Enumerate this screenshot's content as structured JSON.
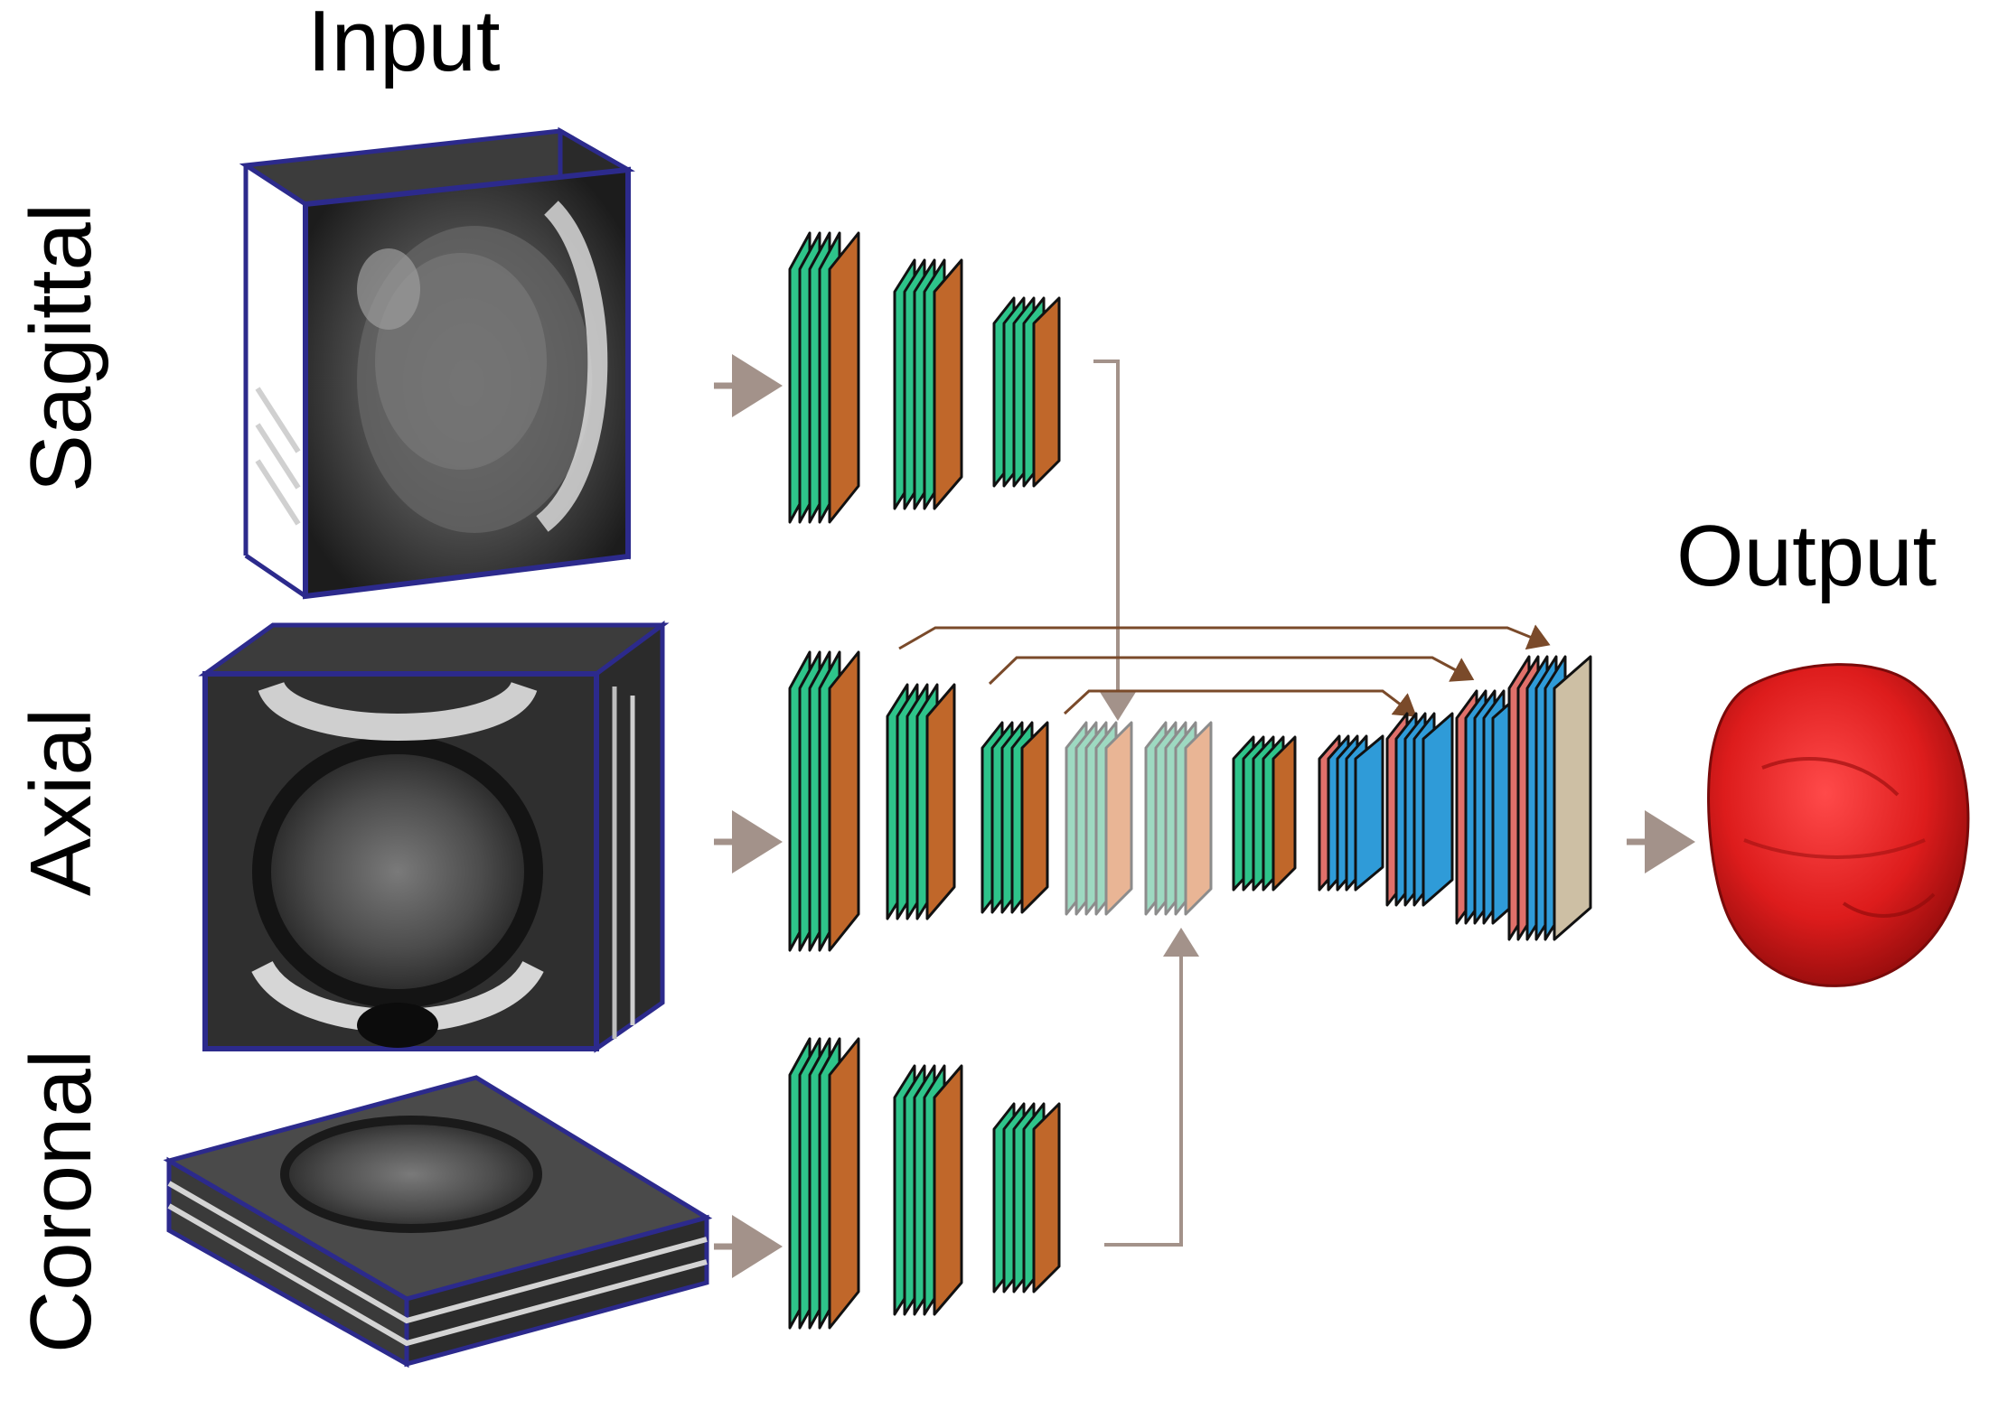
{
  "labels": {
    "input": "Input",
    "output": "Output",
    "sagittal": "Sagittal",
    "axial": "Axial",
    "coronal": "Coronal"
  },
  "colors": {
    "conv_green": "#2ec48a",
    "pool_orange": "#c0672a",
    "upconv_blue": "#2f9bd8",
    "concat_red": "#e0706a",
    "final_beige": "#cdbfa4",
    "faded_green": "#9ed9c1",
    "faded_orange": "#e9b595",
    "grey_arrow": "#a3928a",
    "skip_arrow": "#7a4a2a",
    "volume_frame": "#2c2a8c",
    "output_red": "#dd1c1c"
  },
  "icons": {
    "mri_slice": "mri-slice-icon",
    "output_mesh": "prostate-mesh-icon"
  }
}
